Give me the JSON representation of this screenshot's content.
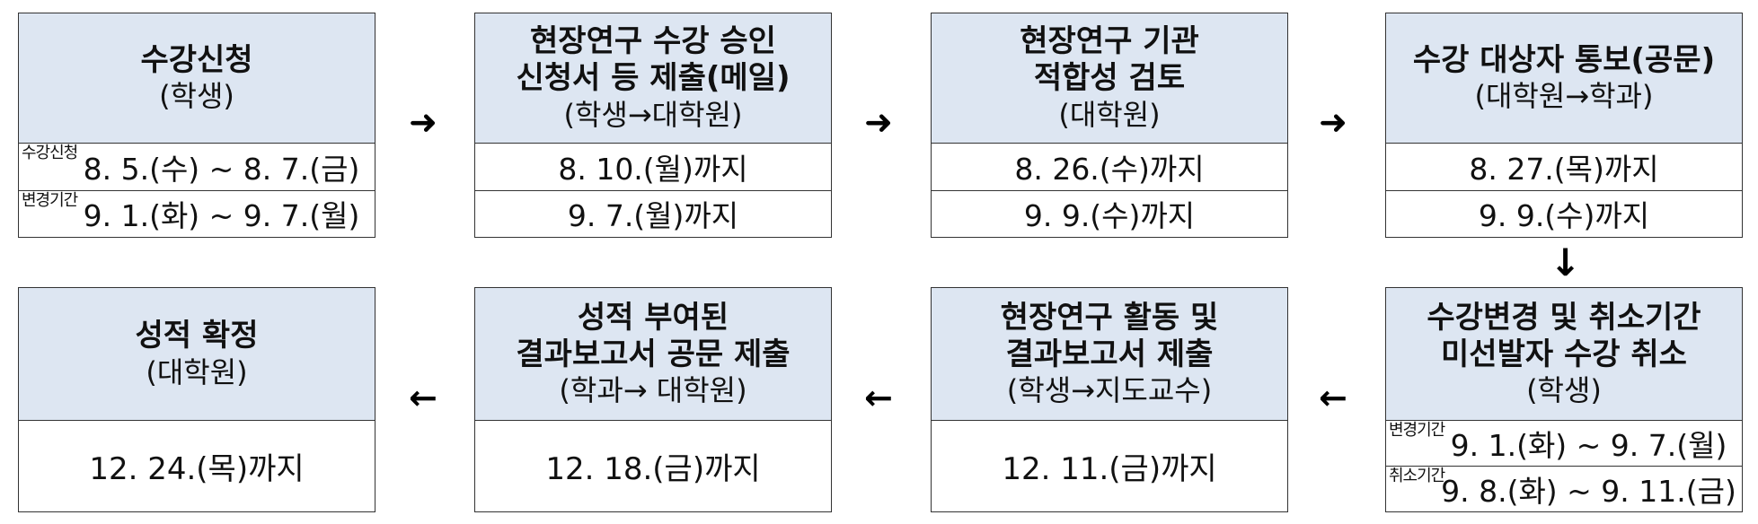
{
  "steps": [
    {
      "title": "수강신청",
      "sub": "(학생)",
      "rows": [
        {
          "tag": "수강신청",
          "text": "8. 5.(수) ~ 8. 7.(금)"
        },
        {
          "tag": "변경기간",
          "text": "9. 1.(화) ~ 9. 7.(월)"
        }
      ]
    },
    {
      "title": "현장연구 수강 승인\n신청서 등 제출(메일)",
      "sub": "(학생→대학원)",
      "rows": [
        {
          "text": "8.  10.(월)까지"
        },
        {
          "text": "9.  7.(월)까지"
        }
      ]
    },
    {
      "title": "현장연구 기관\n적합성 검토",
      "sub": "(대학원)",
      "rows": [
        {
          "text": "8.  26.(수)까지"
        },
        {
          "text": "9.  9.(수)까지"
        }
      ]
    },
    {
      "title": "수강 대상자 통보(공문)",
      "sub": "(대학원→학과)",
      "rows": [
        {
          "text": "8.  27.(목)까지"
        },
        {
          "text": "9.  9.(수)까지"
        }
      ]
    },
    {
      "title": "수강변경 및 취소기간\n미선발자 수강 취소",
      "sub": "(학생)",
      "rows": [
        {
          "tag": "변경기간",
          "text": "9. 1.(화) ~ 9. 7.(월)"
        },
        {
          "tag": "취소기간",
          "text": "9. 8.(화) ~ 9. 11.(금)"
        }
      ]
    },
    {
      "title": "현장연구 활동 및\n결과보고서 제출",
      "sub": "(학생→지도교수)",
      "rows": [
        {
          "text": "12.  11.(금)까지"
        }
      ]
    },
    {
      "title": "성적 부여된\n결과보고서 공문 제출",
      "sub": "(학과→  대학원)",
      "rows": [
        {
          "text": "12.  18.(금)까지"
        }
      ]
    },
    {
      "title": "성적 확정",
      "sub": "(대학원)",
      "rows": [
        {
          "text": "12.  24.(목)까지"
        }
      ]
    }
  ],
  "arrows": {
    "right": "➜",
    "down": "↓",
    "left": "←"
  }
}
